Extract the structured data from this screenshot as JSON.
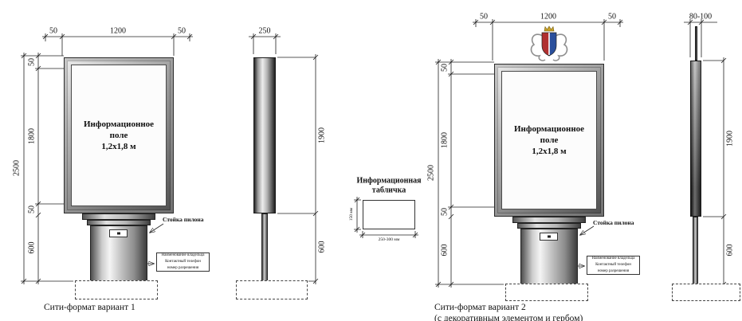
{
  "captions": {
    "variant1": "Сити-формат вариант 1",
    "variant2": "Сити-формат вариант 2",
    "variant2_note": "(с декоративным элементом и гербом)"
  },
  "variant1": {
    "front": {
      "dims": {
        "top_left": "50",
        "top_center": "1200",
        "top_right": "50",
        "total_height": "2500",
        "seg_top": "50",
        "seg_field": "1800",
        "seg_bottom": "50",
        "seg_base": "600"
      },
      "field": {
        "line1": "Информационное",
        "line2": "поле",
        "line3": "1,2х1,8 м"
      },
      "stand_label": "Стойка пилона",
      "callout": {
        "line1": "Наименование владельца",
        "line2": "Контактный телефон",
        "line3": "номер разрешения"
      }
    },
    "side": {
      "dims": {
        "depth": "250",
        "panel_height": "1900",
        "base_height": "600"
      }
    }
  },
  "info_plate": {
    "title_line1": "Информационная",
    "title_line2": "табличка",
    "dims": {
      "width": "250-300 мм",
      "height": "150 мм"
    }
  },
  "variant2": {
    "front": {
      "dims": {
        "top_left": "50",
        "top_center": "1200",
        "top_right": "50",
        "total_height": "2500",
        "seg_top": "50",
        "seg_field": "1800",
        "seg_bottom": "50",
        "seg_base": "600"
      },
      "field": {
        "line1": "Информационное",
        "line2": "поле",
        "line3": "1,2х1,8 м"
      },
      "stand_label": "Стойка пилона",
      "callout": {
        "line1": "Наименование владельца",
        "line2": "Контактный телефон",
        "line3": "номер разрешения"
      }
    },
    "side": {
      "dims": {
        "depth": "80-100",
        "panel_height": "1900",
        "base_height": "600"
      }
    }
  },
  "colors": {
    "line": "#222222",
    "crest_red": "#b03030",
    "crest_blue": "#2a4f9c",
    "crest_gold": "#c9a227"
  }
}
